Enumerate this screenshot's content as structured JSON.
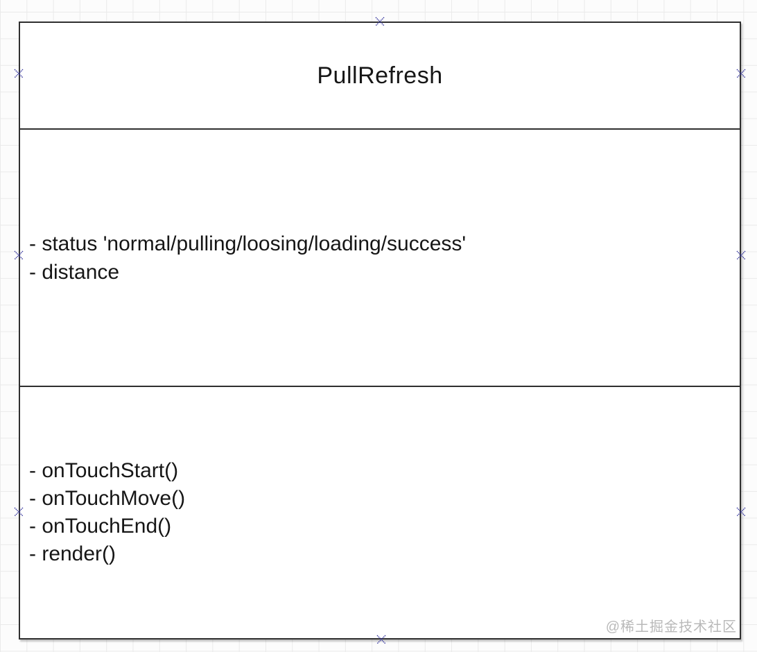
{
  "diagram": {
    "class_box": {
      "title": "PullRefresh",
      "attributes": [
        "- status 'normal/pulling/loosing/loading/success'",
        "- distance"
      ],
      "methods": [
        "- onTouchStart()",
        "- onTouchMove()",
        "- onTouchEnd()",
        "- render()"
      ]
    },
    "watermark": "@稀土掘金技术社区",
    "colors": {
      "border": "#2f2f2f",
      "connection_point": "#32329c",
      "grid_line": "#eaeaea",
      "text": "#161616",
      "watermark": "#b9b9b9"
    }
  }
}
